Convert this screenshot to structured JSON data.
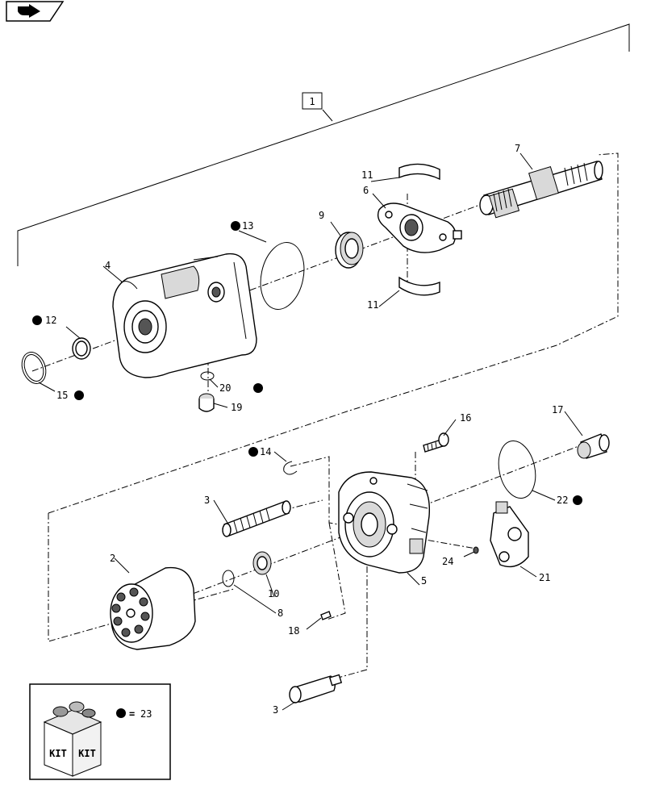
{
  "nav": {
    "icon": "page-turn-icon"
  },
  "assembly_label": "1",
  "callouts": {
    "c2": "2",
    "c3a": "3",
    "c3b": "3",
    "c4": "4",
    "c5": "5",
    "c6": "6",
    "c7": "7",
    "c8": "8",
    "c9": "9",
    "c10": "10",
    "c11a": "11",
    "c11b": "11",
    "c12": "12",
    "c13": "13",
    "c14": "14",
    "c15": "15",
    "c16": "16",
    "c17": "17",
    "c18": "18",
    "c19": "19",
    "c20": "20",
    "c21": "21",
    "c22": "22",
    "c24": "24"
  },
  "kit_legend": {
    "equals": "=",
    "number": "23",
    "kit_word_left": "KIT",
    "kit_word_right": "KIT"
  }
}
